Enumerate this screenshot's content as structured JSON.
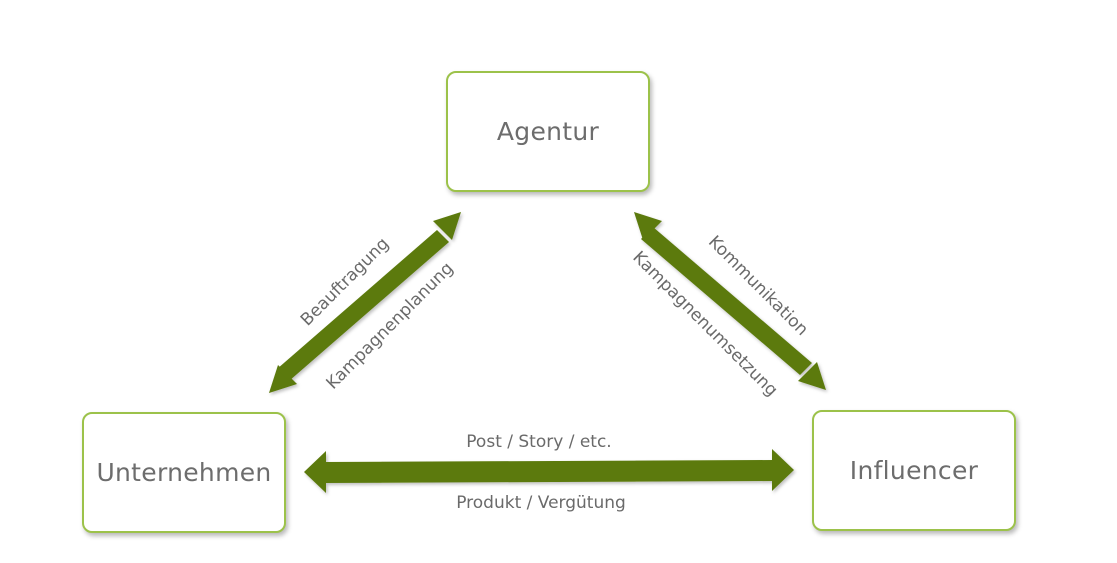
{
  "nodes": {
    "agentur": "Agentur",
    "unternehmen": "Unternehmen",
    "influencer": "Influencer"
  },
  "edges": {
    "unternehmen_agentur": {
      "label_top": "Beauftragung",
      "label_bottom": "Kampagnenplanung"
    },
    "agentur_influencer": {
      "label_top": "Kommunikation",
      "label_bottom": "Kampagnenumsetzung"
    },
    "unternehmen_influencer": {
      "label_top": "Post / Story / etc.",
      "label_bottom": "Produkt / Vergütung"
    }
  },
  "colors": {
    "arrow": "#5b7a0c",
    "box_border": "#9cc24a",
    "text": "#6d6d6d"
  }
}
